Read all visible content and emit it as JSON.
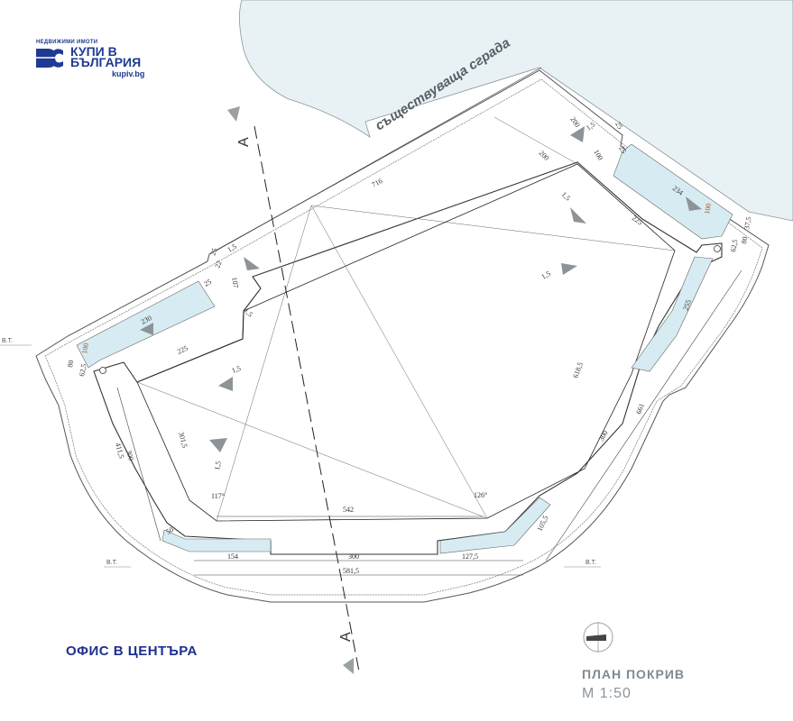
{
  "logo": {
    "tagline": "НЕДВИЖИМИ ИМОТИ",
    "line1": "КУПИ В",
    "line2": "БЪЛГАРИЯ",
    "url": "kupiv.bg"
  },
  "labels": {
    "existing_building": "съществуваща сграда",
    "office_title": "ОФИС В ЦЕНТЪРА",
    "plan_title": "ПЛАН ПОКРИВ",
    "scale": "М 1:50",
    "section_mark": "A",
    "bt": "В.Т."
  },
  "dimensions": {
    "d716": "716",
    "d200a": "200",
    "d200b": "200",
    "d25a": "25",
    "d25b": "25",
    "d25c": "25",
    "d25d": "25",
    "d100a": "100",
    "d234": "234",
    "d100r": "100",
    "d225a": "225",
    "d225b": "225",
    "d62_5a": "62,5",
    "d62_5b": "62,5",
    "d80a": "80",
    "d80b": "80",
    "d37_5": "37,5",
    "d255": "255",
    "d618_5": "618,5",
    "d661": "661",
    "d300a": "300",
    "d300b": "300",
    "d300c": "300",
    "d105_5": "105,5",
    "d542": "542",
    "d126": "126°",
    "d117": "117°",
    "d301_5": "301,5",
    "d411_5": "411,5",
    "d230": "230",
    "d100l": "100",
    "d50": "50",
    "d154": "154",
    "d127_5": "127,5",
    "d581_5": "581,5",
    "d107": "107",
    "d22": "22"
  },
  "slopes": {
    "s1": "1,5",
    "s2": "1,5",
    "s3": "1,5",
    "s4": "1,5",
    "s5": "1,5",
    "s6": "1,5",
    "s7": "1,5"
  }
}
